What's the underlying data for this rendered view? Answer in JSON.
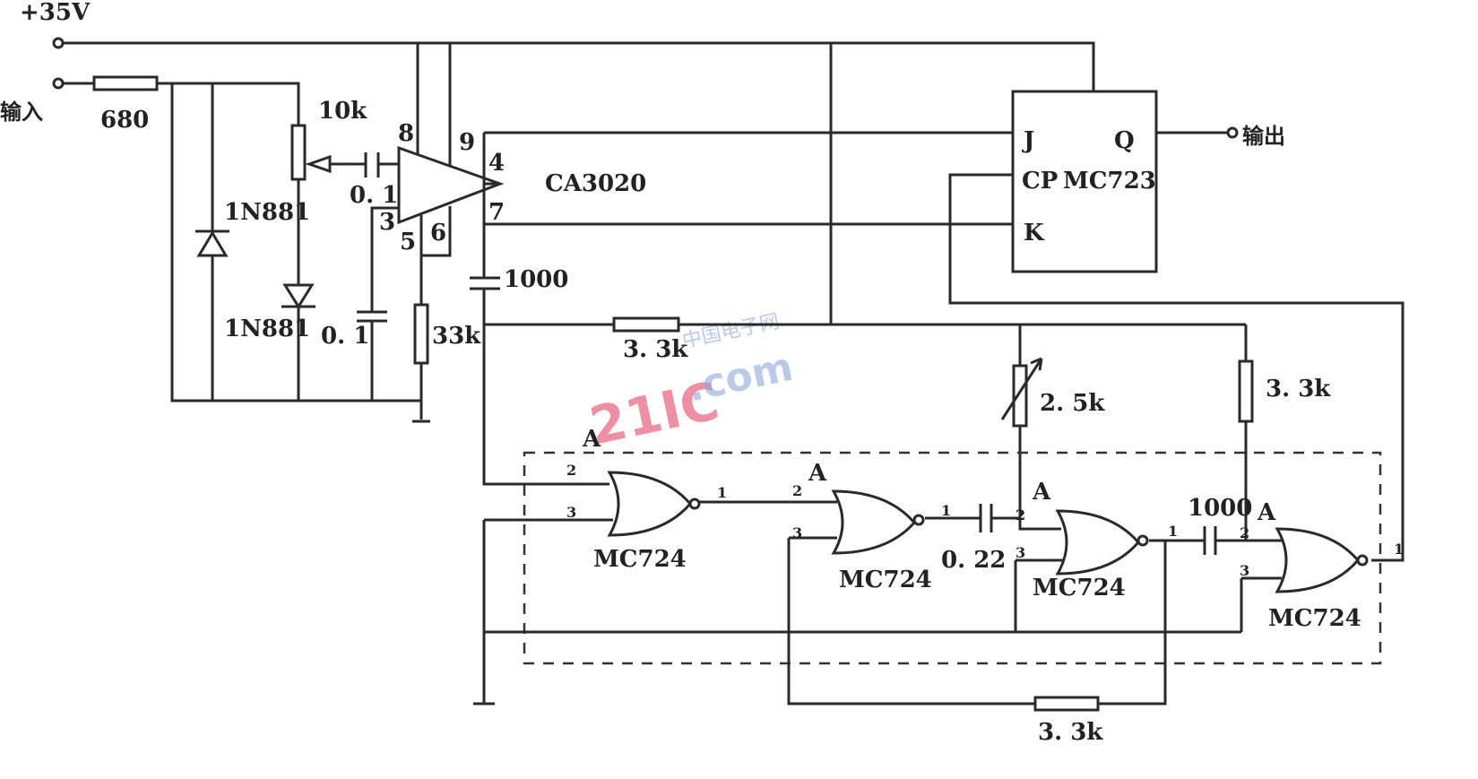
{
  "supply": {
    "label": "+35V"
  },
  "input": {
    "label": "输入"
  },
  "output": {
    "label": "输出"
  },
  "components": {
    "r_in": "680",
    "pot": "10k",
    "zener1": "1N881",
    "diode2": "1N881",
    "c_couple": "0. 1",
    "c_bypass": "0. 1",
    "r_33k": "33k",
    "c_1000a": "1000",
    "r_33a": "3. 3k",
    "pot_25k": "2. 5k",
    "r_33b": "3. 3k",
    "c_022": "0. 22",
    "c_1000b": "1000",
    "r_33c": "3. 3k"
  },
  "opamp": {
    "name": "CA3020",
    "pins": [
      "8",
      "9",
      "4",
      "7",
      "3",
      "5",
      "6"
    ]
  },
  "flipflop": {
    "name": "MC723",
    "j": "J",
    "cp": "CP",
    "k": "K",
    "q": "Q"
  },
  "gates": [
    {
      "name": "MC724",
      "in1": "2",
      "in2": "3",
      "out": "1",
      "tag": "A"
    },
    {
      "name": "MC724",
      "in1": "2",
      "in2": "3",
      "out": "1",
      "tag": "A"
    },
    {
      "name": "MC724",
      "in1": "2",
      "in2": "3",
      "out": "1",
      "tag": "A"
    },
    {
      "name": "MC724",
      "in1": "2",
      "in2": "3",
      "out": "1",
      "tag": "A"
    }
  ],
  "watermark": {
    "logo": "21IC",
    "domain": ".com",
    "cn": "中国电子网"
  }
}
